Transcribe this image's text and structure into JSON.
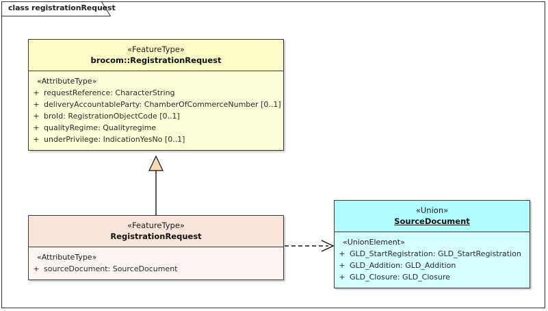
{
  "frame": {
    "label": "class registrationRequest"
  },
  "classes": [
    {
      "id": "brocom-registrationrequest",
      "stereotype": "«FeatureType»",
      "name": "brocom::RegistrationRequest",
      "compartment_stereotype": "«AttributeType»",
      "attributes": [
        {
          "visibility": "+",
          "text": "requestReference: CharacterString"
        },
        {
          "visibility": "+",
          "text": "deliveryAccountableParty: ChamberOfCommerceNumber [0..1]"
        },
        {
          "visibility": "+",
          "text": "broId: RegistrationObjectCode [0..1]"
        },
        {
          "visibility": "+",
          "text": "qualityRegime: Qualityregime"
        },
        {
          "visibility": "+",
          "text": "underPrivilege: IndicationYesNo [0..1]"
        }
      ]
    },
    {
      "id": "registrationrequest",
      "stereotype": "«FeatureType»",
      "name": "RegistrationRequest",
      "compartment_stereotype": "«AttributeType»",
      "attributes": [
        {
          "visibility": "+",
          "text": "sourceDocument: SourceDocument"
        }
      ]
    },
    {
      "id": "sourcedocument",
      "stereotype": "«Union»",
      "name": "SourceDocument",
      "compartment_stereotype": "«UnionElement»",
      "attributes": [
        {
          "visibility": "+",
          "text": "GLD_StartRegistration: GLD_StartRegistration"
        },
        {
          "visibility": "+",
          "text": "GLD_Addition: GLD_Addition"
        },
        {
          "visibility": "+",
          "text": "GLD_Closure: GLD_Closure"
        }
      ]
    }
  ],
  "connectors": [
    {
      "id": "generalization",
      "type": "generalization",
      "from": "registrationrequest",
      "to": "brocom-registrationrequest"
    },
    {
      "id": "dependency",
      "type": "dependency",
      "from": "registrationrequest",
      "to": "sourcedocument"
    }
  ],
  "colors": {
    "featuretype_abstract_fill": "#fdfdc8",
    "featuretype_fill": "#f9e5d9",
    "union_fill": "#aefcfd",
    "line": "#3a3a3a",
    "generalization_arrow_fill": "#f7d9b0"
  }
}
